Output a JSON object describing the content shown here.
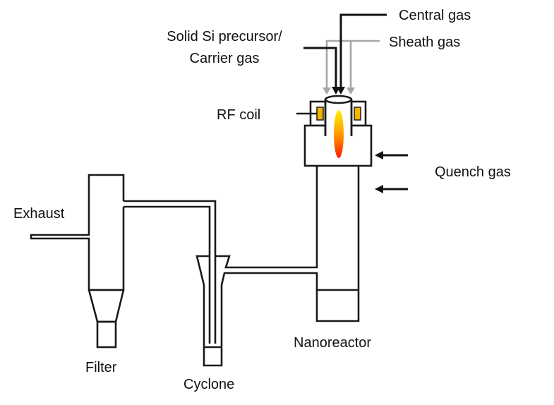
{
  "title": "Plasma nanoreactor system schematic",
  "labels": {
    "central_gas": "Central gas",
    "sheath_gas": "Sheath gas",
    "precursor_line1": "Solid Si precursor/",
    "precursor_line2": "Carrier gas",
    "rf_coil": "RF coil",
    "quench_gas": "Quench gas",
    "exhaust": "Exhaust",
    "filter": "Filter",
    "cyclone": "Cyclone",
    "nanoreactor": "Nanoreactor"
  },
  "colors": {
    "line": "#1a1a1a",
    "sheath_gas_line": "#a6a6a6",
    "coil": "#f2b400",
    "flame_top": "#ffee00",
    "flame_bottom": "#ff1a00"
  }
}
